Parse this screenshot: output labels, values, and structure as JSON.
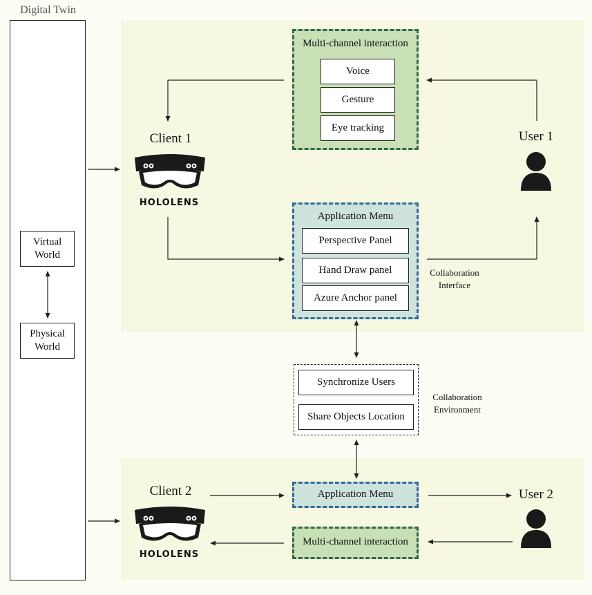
{
  "digital_twin": {
    "title": "Digital Twin",
    "virtual_world": "Virtual World",
    "physical_world": "Physical World"
  },
  "client1": {
    "label": "Client 1",
    "device": "HOLOLENS",
    "interaction": {
      "title": "Multi-channel interaction",
      "items": [
        "Voice",
        "Gesture",
        "Eye tracking"
      ]
    },
    "menu": {
      "title": "Application Menu",
      "items": [
        "Perspective Panel",
        "Hand Draw panel",
        "Azure Anchor panel"
      ]
    },
    "collab_interface": "Collaboration Interface",
    "user": "User 1"
  },
  "environment": {
    "items": [
      "Synchronize Users",
      "Share Objects Location"
    ],
    "label": "Collaboration Environment"
  },
  "client2": {
    "label": "Client 2",
    "device": "HOLOLENS",
    "menu_title": "Application Menu",
    "interaction_title": "Multi-channel interaction",
    "user": "User 2"
  },
  "colors": {
    "panel_bg": "#f7f8e1",
    "interaction_fill": "#c9dfb5",
    "interaction_border": "#2f6a4a",
    "menu_fill": "#cfe3dd",
    "menu_border": "#2f6a9a"
  }
}
